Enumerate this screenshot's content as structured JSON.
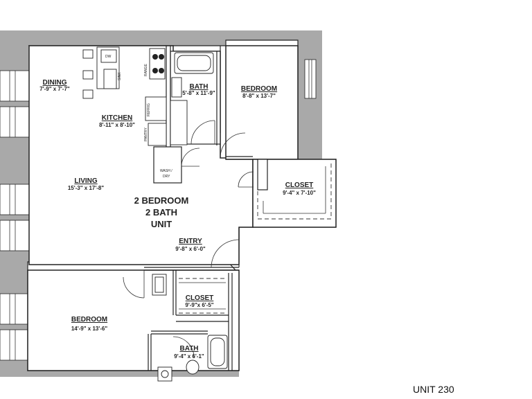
{
  "plan_title": [
    "2 BEDROOM",
    "2 BATH",
    "UNIT"
  ],
  "unit_number": "UNIT 230",
  "rooms": [
    {
      "key": "dining",
      "name": "DINING",
      "dims": "7'-9\" x 7'-7\""
    },
    {
      "key": "kitchen",
      "name": "KITCHEN",
      "dims": "8'-11\" x 8'-10\""
    },
    {
      "key": "living",
      "name": "LIVING",
      "dims": "15'-3\" x 17'-8\""
    },
    {
      "key": "bath1",
      "name": "BATH",
      "dims": "5'-8\" x 11'-9\""
    },
    {
      "key": "bedroom1",
      "name": "BEDROOM",
      "dims": "8'-8\" x 13'-7\""
    },
    {
      "key": "closet1",
      "name": "CLOSET",
      "dims": "9'-4\" x 7'-10\""
    },
    {
      "key": "entry",
      "name": "ENTRY",
      "dims": "9'-8\" x 6'-0\""
    },
    {
      "key": "closet2",
      "name": "CLOSET",
      "dims": "9'-9\"x 6'-5\""
    },
    {
      "key": "bedroom2",
      "name": "BEDROOM",
      "dims": "14'-9\" x 13'-6\""
    },
    {
      "key": "bath2",
      "name": "BATH",
      "dims": "9'-4\" x 6'-1\""
    }
  ],
  "fixtures": {
    "dishwasher": "DW",
    "sink": "SINK",
    "range": "RANGE",
    "refrigerator": "REFRIG",
    "pantry": "PANTRY",
    "washer_dryer": [
      "WASH /",
      "DRY"
    ]
  }
}
